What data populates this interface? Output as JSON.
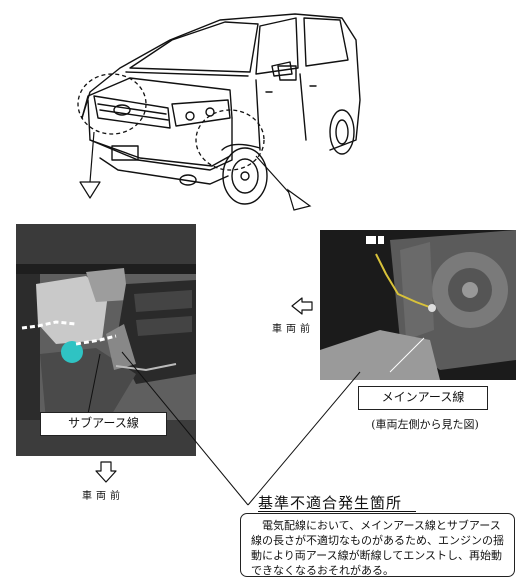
{
  "labels": {
    "sub_ground_wire": "サブアース線",
    "main_ground_wire": "メインアース線",
    "view_from_left": "(車両左側から見た図)",
    "vehicle_front": "車両前"
  },
  "title": "基準不適合発生箇所",
  "description": "電気配線において、メインアース線とサブアース線の長さが不適切なものがあるため、エンジンの揺動により両アース線が断線してエンストし、再始動できなくなるおそれがある。"
}
